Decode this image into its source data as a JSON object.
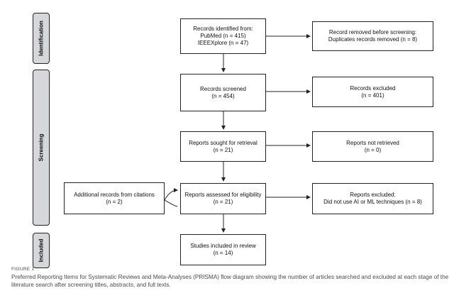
{
  "stages": {
    "identification": "Identification",
    "screening": "Screening",
    "included": "Included"
  },
  "boxes": {
    "records_identified": [
      "Records identified from:",
      "PubMed (n = 415)",
      "IEEEXplore (n = 47)"
    ],
    "records_removed": [
      "Record removed before screening:",
      "Duplicates records removed (n = 8)"
    ],
    "records_screened": [
      "Records screened",
      "(n = 454)"
    ],
    "records_excluded": [
      "Records excluded",
      "(n = 401)"
    ],
    "reports_sought": [
      "Reports sought for retrieval",
      "(n = 21)"
    ],
    "reports_not_retrieved": [
      "Reports not retrieved",
      "(n = 0)"
    ],
    "additional_records": [
      "Additional records from citations",
      "(n = 2)"
    ],
    "reports_assessed": [
      "Reports assessed for eligibility",
      "(n = 21)"
    ],
    "reports_excluded": [
      "Reports excluded:",
      "Did not use AI or ML techniques (n = 8)"
    ],
    "studies_included": [
      "Studies included in review",
      "(n = 14)"
    ]
  },
  "caption": {
    "label": "FIGURE 1",
    "text": "Preferred Reporting Items for Systematic Reviews and Meta-Analyses (PRISMA) flow diagram showing the number of articles searched and excluded at each stage of the literature search after screening titles, abstracts, and full texts."
  },
  "colors": {
    "stage_fill": "#d5d7da",
    "border": "#222222",
    "caption": "#4a4a4a"
  }
}
